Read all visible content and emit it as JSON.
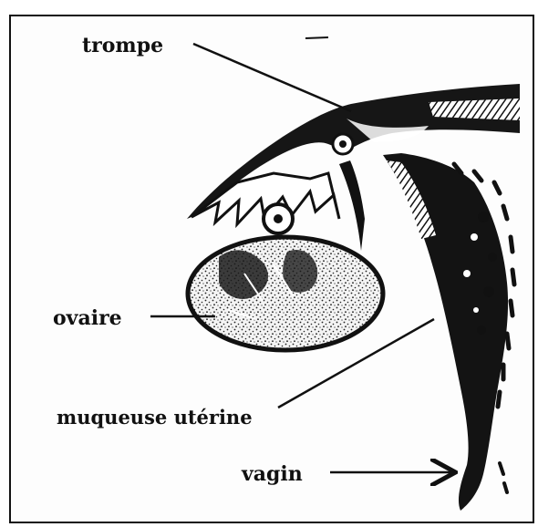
{
  "labels": {
    "trompe": "trompe",
    "ovaire": "ovaire",
    "muqueuse": "muqueuse utérine",
    "vagin": "vagin"
  },
  "colors": {
    "ink": "#111111",
    "paper": "#fdfdfd"
  }
}
